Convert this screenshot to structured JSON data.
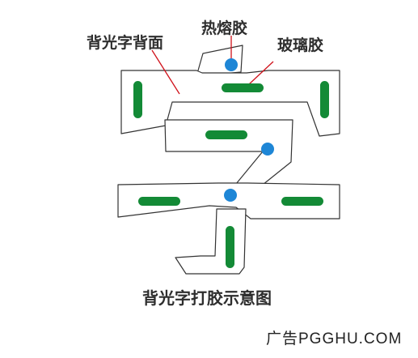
{
  "labels": {
    "back_face": "背光字背面",
    "hot_melt": "热熔胶",
    "glass_glue": "玻璃胶"
  },
  "caption": "背光字打胶示意图",
  "watermark": "广告PGGHU.COM",
  "colors": {
    "outline": "#333333",
    "leader_line": "#d0121b",
    "glass_glue": "#138a36",
    "hot_melt": "#1e86d6",
    "text": "#2e2e2e"
  }
}
